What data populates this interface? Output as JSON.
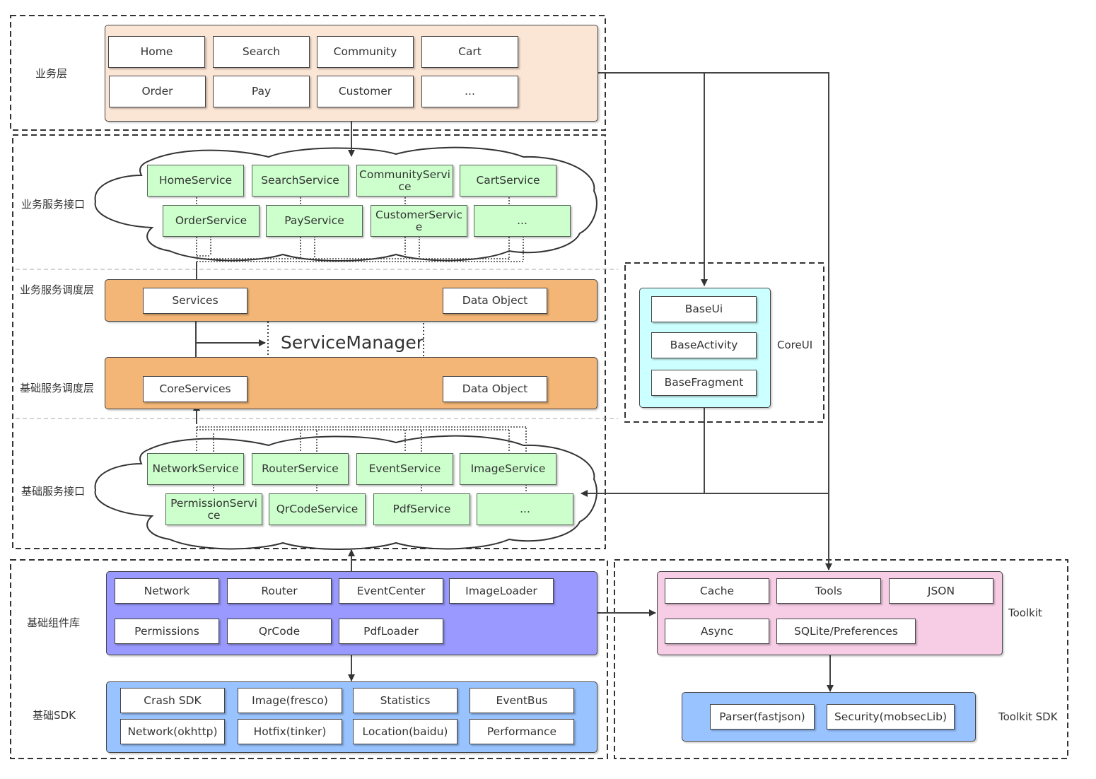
{
  "colors": {
    "business_panel": "#fbe5d5",
    "dispatch_panel": "#f3b677",
    "service_box": "#ccffcc",
    "component_panel": "#9999ff",
    "sdk_panel": "#99c3ff",
    "coreui_panel": "#ccffff",
    "toolkit_panel": "#f7cde6"
  },
  "layers": {
    "business": "业务层",
    "business_service_api": "业务服务接口",
    "business_dispatch": "业务服务调度层",
    "base_dispatch": "基础服务调度层",
    "base_service_api": "基础服务接口",
    "base_components": "基础组件库",
    "base_sdk": "基础SDK"
  },
  "business_modules": [
    "Home",
    "Search",
    "Community",
    "Cart",
    "Order",
    "Pay",
    "Customer",
    "..."
  ],
  "business_services": [
    "HomeService",
    "SearchService",
    "CommunityService",
    "CartService",
    "OrderService",
    "PayService",
    "CustomerService",
    "..."
  ],
  "dispatch": {
    "services": "Services",
    "core_services": "CoreServices",
    "data_object_top": "Data Object",
    "data_object_bottom": "Data Object",
    "service_manager": "ServiceManager"
  },
  "base_services": [
    "NetworkService",
    "RouterService",
    "EventService",
    "ImageService",
    "PermissionService",
    "QrCodeService",
    "PdfService",
    "..."
  ],
  "components": [
    "Network",
    "Router",
    "EventCenter",
    "ImageLoader",
    "Permissions",
    "QrCode",
    "PdfLoader"
  ],
  "sdk": [
    "Crash SDK",
    "Image(fresco)",
    "Statistics",
    "EventBus",
    "Network(okhttp)",
    "Hotfix(tinker)",
    "Location(baidu)",
    "Performance"
  ],
  "coreui": {
    "label": "CoreUI",
    "items": [
      "BaseUi",
      "BaseActivity",
      "BaseFragment"
    ]
  },
  "toolkit": {
    "label": "Toolkit",
    "items": [
      "Cache",
      "Tools",
      "JSON",
      "Async",
      "SQLite/Preferences"
    ]
  },
  "toolkit_sdk": {
    "label": "Toolkit SDK",
    "items": [
      "Parser(fastjson)",
      "Security(mobsecLib)"
    ]
  }
}
